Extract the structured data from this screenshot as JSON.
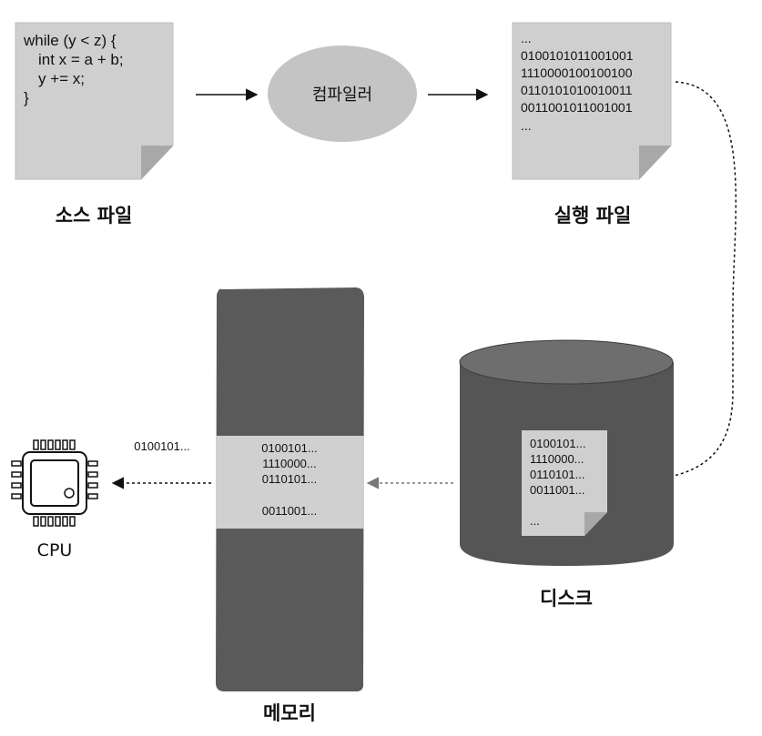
{
  "source_file": {
    "code_lines": [
      "while (y < z) {",
      "int x = a + b;",
      "y += x;",
      "}"
    ],
    "label": "소스 파일"
  },
  "compiler": {
    "label": "컴파일러"
  },
  "executable_file": {
    "lines": [
      "...",
      "0100101011001001",
      "1110000100100100",
      "0110101010010011",
      "0011001011001001",
      "..."
    ],
    "label": "실행 파일"
  },
  "disk": {
    "label": "디스크",
    "file_lines": [
      "0100101...",
      "1110000...",
      "0110101...",
      "0011001...",
      "..."
    ]
  },
  "memory": {
    "label": "메모리",
    "lines": [
      "0100101...",
      "1110000...",
      "0110101...",
      "0011001..."
    ]
  },
  "cpu": {
    "label": "CPU",
    "incoming_data": "0100101..."
  },
  "colors": {
    "paper": "#cfcfcf",
    "paper_fold": "#a8a8a8",
    "compiler_fill": "#c4c4c4",
    "memory_dark": "#5a5a5a",
    "memory_band": "#d0d0d0",
    "disk_body": "#555555",
    "disk_top": "#6e6e6e",
    "arrow_solid": "#111111",
    "arrow_gray": "#777777"
  }
}
